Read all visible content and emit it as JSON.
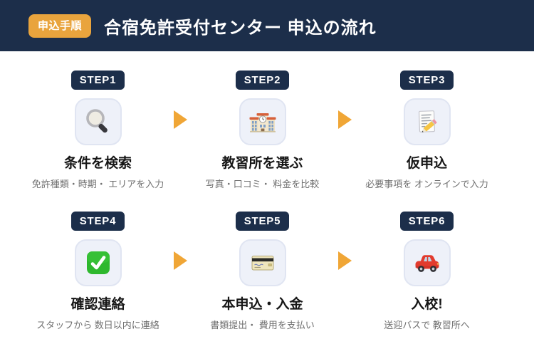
{
  "header": {
    "badge": "申込手順",
    "title": "合宿免許受付センター 申込の流れ"
  },
  "colors": {
    "navy": "#1c2e4a",
    "badge_orange": "#e9a43d",
    "arrow_orange": "#f0a636",
    "tile_bg": "#eef1f9",
    "desc_gray": "#6f6f6f"
  },
  "steps": [
    {
      "badge": "STEP1",
      "icon": "search-icon",
      "title": "条件を検索",
      "desc": "免許種類・時期・ エリアを入力"
    },
    {
      "badge": "STEP2",
      "icon": "school-icon",
      "title": "教習所を選ぶ",
      "desc": "写真・口コミ・ 料金を比較"
    },
    {
      "badge": "STEP3",
      "icon": "memo-icon",
      "title": "仮申込",
      "desc": "必要事項を オンラインで入力"
    },
    {
      "badge": "STEP4",
      "icon": "check-icon",
      "title": "確認連絡",
      "desc": "スタッフから 数日以内に連絡"
    },
    {
      "badge": "STEP5",
      "icon": "credit-card-icon",
      "title": "本申込・入金",
      "desc": "書類提出・ 費用を支払い"
    },
    {
      "badge": "STEP6",
      "icon": "car-icon",
      "title": "入校!",
      "desc": "送迎バスで 教習所へ"
    }
  ]
}
